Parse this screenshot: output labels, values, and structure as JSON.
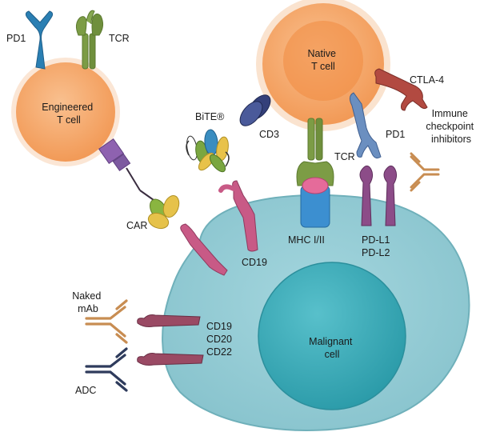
{
  "labels": {
    "engineered_t_cell": [
      "Engineered",
      "T cell"
    ],
    "native_t_cell": [
      "Native",
      "T cell"
    ],
    "malignant_cell": [
      "Malignant",
      "cell"
    ],
    "pd1_left": "PD1",
    "tcr_left": "TCR",
    "bite": "BiTE®",
    "cd3": "CD3",
    "tcr_right": "TCR",
    "pd1_right": "PD1",
    "ctla4": "CTLA-4",
    "immune_checkpoint_inhibitors": [
      "Immune",
      "checkpoint",
      "inhibitors"
    ],
    "car": "CAR",
    "cd19": "CD19",
    "mhc": "MHC I/II",
    "pdl": [
      "PD-L1",
      "PD-L2"
    ],
    "naked_mab": [
      "Naked",
      "mAb"
    ],
    "adc": "ADC",
    "antigens": [
      "CD19",
      "CD20",
      "CD22"
    ]
  },
  "colors": {
    "t_cell_fill": "#f6a66a",
    "t_cell_glow": "#f8d8bd",
    "malignant_fill": "#8ec9d3",
    "nucleus_fill": "#35a8b5",
    "pd1_blue": "#2a7fb3",
    "tcr_green": "#6f8f3c",
    "car_purple": "#7d5aa0",
    "cd19_pink": "#c85a86",
    "ctla4_red": "#b24a41",
    "pdl_purple": "#8c4c88",
    "mhc_blue": "#3c8fd0",
    "antibody_tan": "#c88d52",
    "adc_navy": "#2e3b5c",
    "cd3_navy": "#34407a"
  }
}
